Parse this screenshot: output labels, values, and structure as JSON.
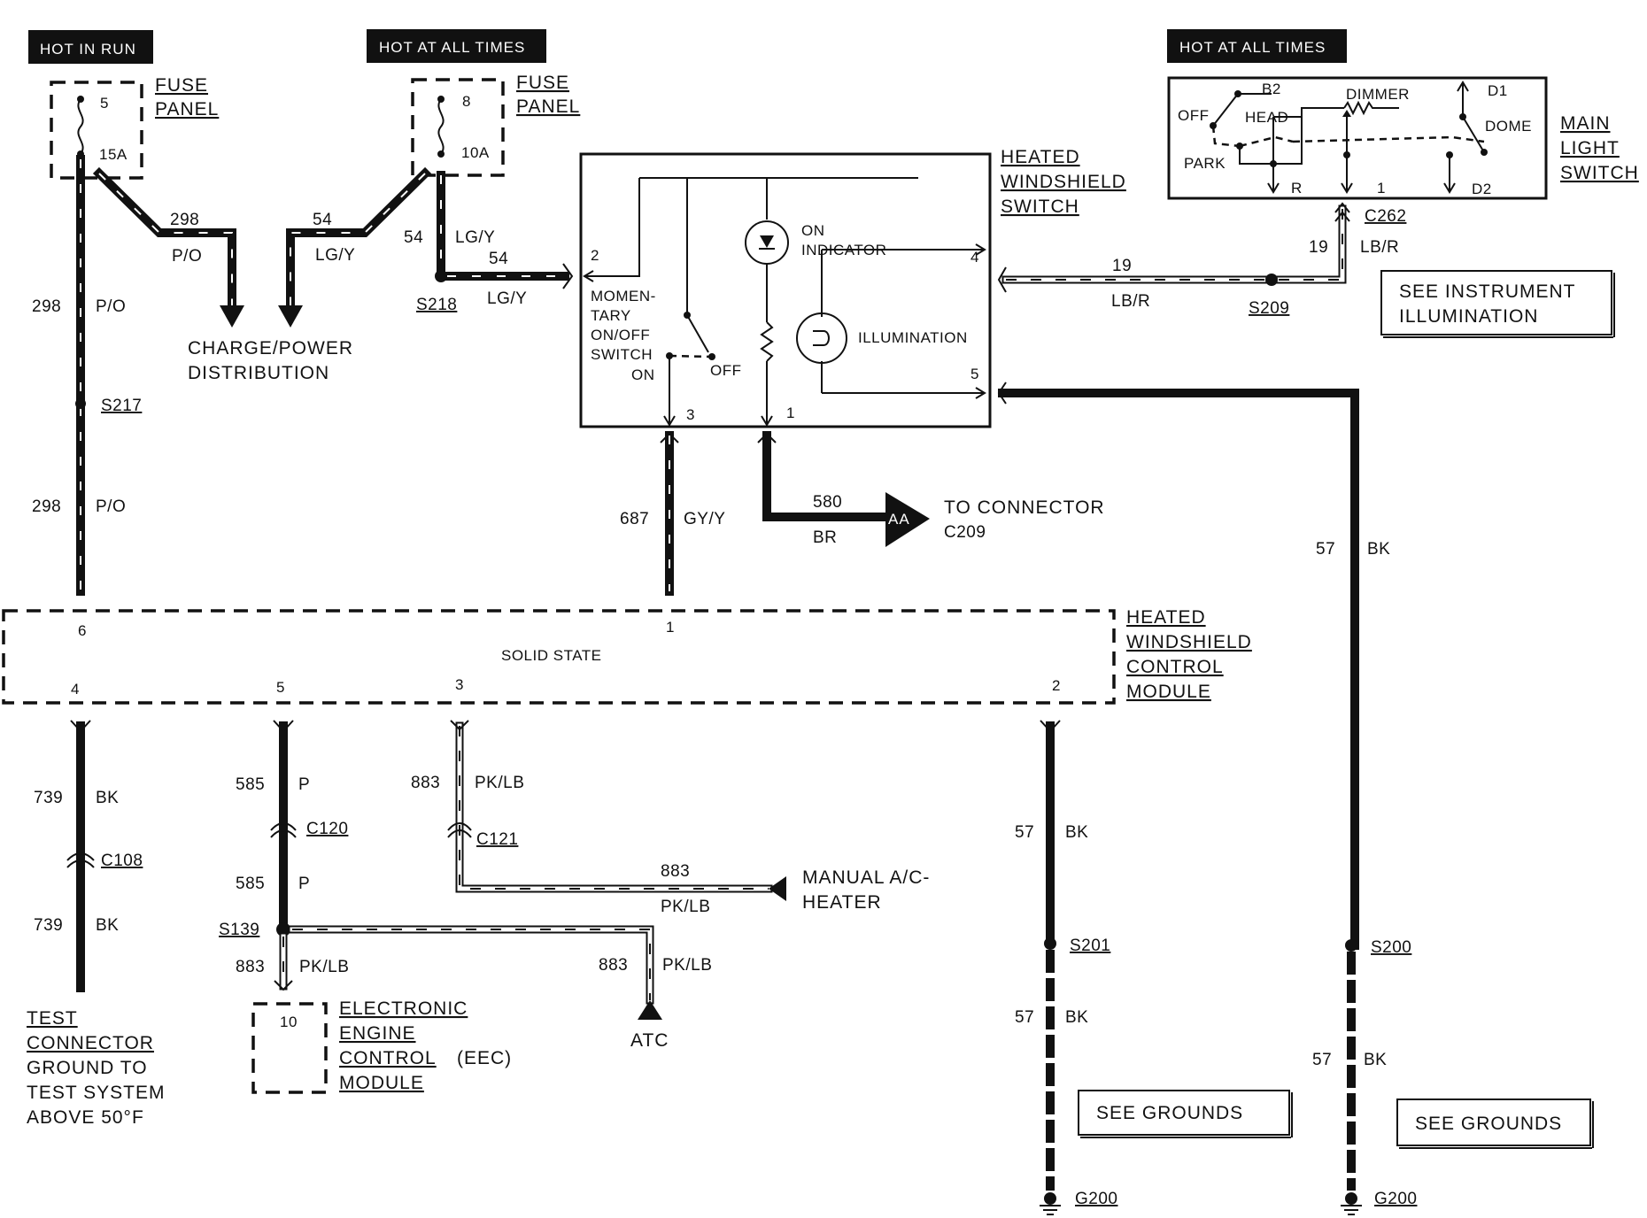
{
  "badges": {
    "hot_in_run": "HOT IN RUN",
    "hot_at_all_times_1": "HOT AT ALL TIMES",
    "hot_at_all_times_2": "HOT AT ALL TIMES"
  },
  "fuse_panel_1": {
    "line1": "FUSE",
    "line2": "PANEL",
    "fuse_no": "5",
    "amps": "15A"
  },
  "fuse_panel_2": {
    "line1": "FUSE",
    "line2": "PANEL",
    "fuse_no": "8",
    "amps": "10A"
  },
  "main_light_switch": {
    "line1": "MAIN",
    "line2": "LIGHT",
    "line3": "SWITCH",
    "b2": "B2",
    "d1": "D1",
    "off": "OFF",
    "head": "HEAD",
    "dimmer": "DIMMER",
    "dome": "DOME",
    "park": "PARK",
    "r": "R",
    "pin1": "1",
    "d2": "D2"
  },
  "charge_power": {
    "line1": "CHARGE/POWER",
    "line2": "DISTRIBUTION"
  },
  "heated_windshield_switch": {
    "line1": "HEATED",
    "line2": "WINDSHIELD",
    "line3": "SWITCH",
    "on_indicator_1": "ON",
    "on_indicator_2": "INDICATOR",
    "illumination": "ILLUMINATION",
    "momentary_1": "MOMEN-",
    "momentary_2": "TARY",
    "momentary_3": "ON/OFF",
    "momentary_4": "SWITCH",
    "on": "ON",
    "off": "OFF",
    "pin2": "2",
    "pin4": "4",
    "pin5": "5",
    "pin3": "3",
    "pin1": "1"
  },
  "splices": {
    "s217": "S217",
    "s218": "S218",
    "s209": "S209",
    "s139": "S139",
    "s201": "S201",
    "s200": "S200"
  },
  "connectors": {
    "c262": "C262",
    "c120": "C120",
    "c121": "C121",
    "c108": "C108",
    "to_connector_1": "TO CONNECTOR",
    "to_connector_2": "C209",
    "aa": "AA"
  },
  "wires": {
    "w298_a": "298",
    "w298_a_color": "P/O",
    "w298_b": "298",
    "w298_b_color": "P/O",
    "w298_c": "298",
    "w298_c_color": "P/O",
    "w54_a": "54",
    "w54_a_color": "LG/Y",
    "w54_b": "54",
    "w54_b_color": "LG/Y",
    "w54_c": "54",
    "w54_c_color": "LG/Y",
    "w19_a": "19",
    "w19_a_color": "LB/R",
    "w19_b": "19",
    "w19_b_color": "LB/R",
    "w687": "687",
    "w687_color": "GY/Y",
    "w580": "580",
    "w580_color": "BR",
    "w57_main": "57",
    "w57_main_color": "BK",
    "w739_a": "739",
    "w739_a_color": "BK",
    "w739_b": "739",
    "w739_b_color": "BK",
    "w585_a": "585",
    "w585_a_color": "P",
    "w585_b": "585",
    "w585_b_color": "P",
    "w883_a": "883",
    "w883_a_color": "PK/LB",
    "w883_b": "883",
    "w883_b_color": "PK/LB",
    "w883_c": "883",
    "w883_c_color": "PK/LB",
    "w883_d": "883",
    "w883_d_color": "PK/LB",
    "w57_a": "57",
    "w57_a_color": "BK",
    "w57_b": "57",
    "w57_b_color": "BK",
    "w57_c": "57",
    "w57_c_color": "BK"
  },
  "control_module": {
    "line1": "HEATED",
    "line2": "WINDSHIELD",
    "line3": "CONTROL",
    "line4": "MODULE",
    "solid_state": "SOLID STATE",
    "pin6": "6",
    "pin1": "1",
    "pin4": "4",
    "pin5": "5",
    "pin3": "3",
    "pin2": "2"
  },
  "manual_ac": {
    "line1": "MANUAL A/C-",
    "line2": "HEATER"
  },
  "eec": {
    "pin": "10",
    "line1": "ELECTRONIC",
    "line2": "ENGINE",
    "line3": "CONTROL",
    "line3b": "(EEC)",
    "line4": "MODULE"
  },
  "atc": "ATC",
  "test_connector": {
    "line1": "TEST",
    "line2": "CONNECTOR",
    "line3": "GROUND TO",
    "line4": "TEST SYSTEM",
    "line5": "ABOVE 50°F"
  },
  "see_instrument": {
    "line1": "SEE INSTRUMENT",
    "line2": "ILLUMINATION"
  },
  "see_grounds_1": "SEE GROUNDS",
  "see_grounds_2": "SEE GROUNDS",
  "grounds": {
    "g200_a": "G200",
    "g200_b": "G200"
  }
}
